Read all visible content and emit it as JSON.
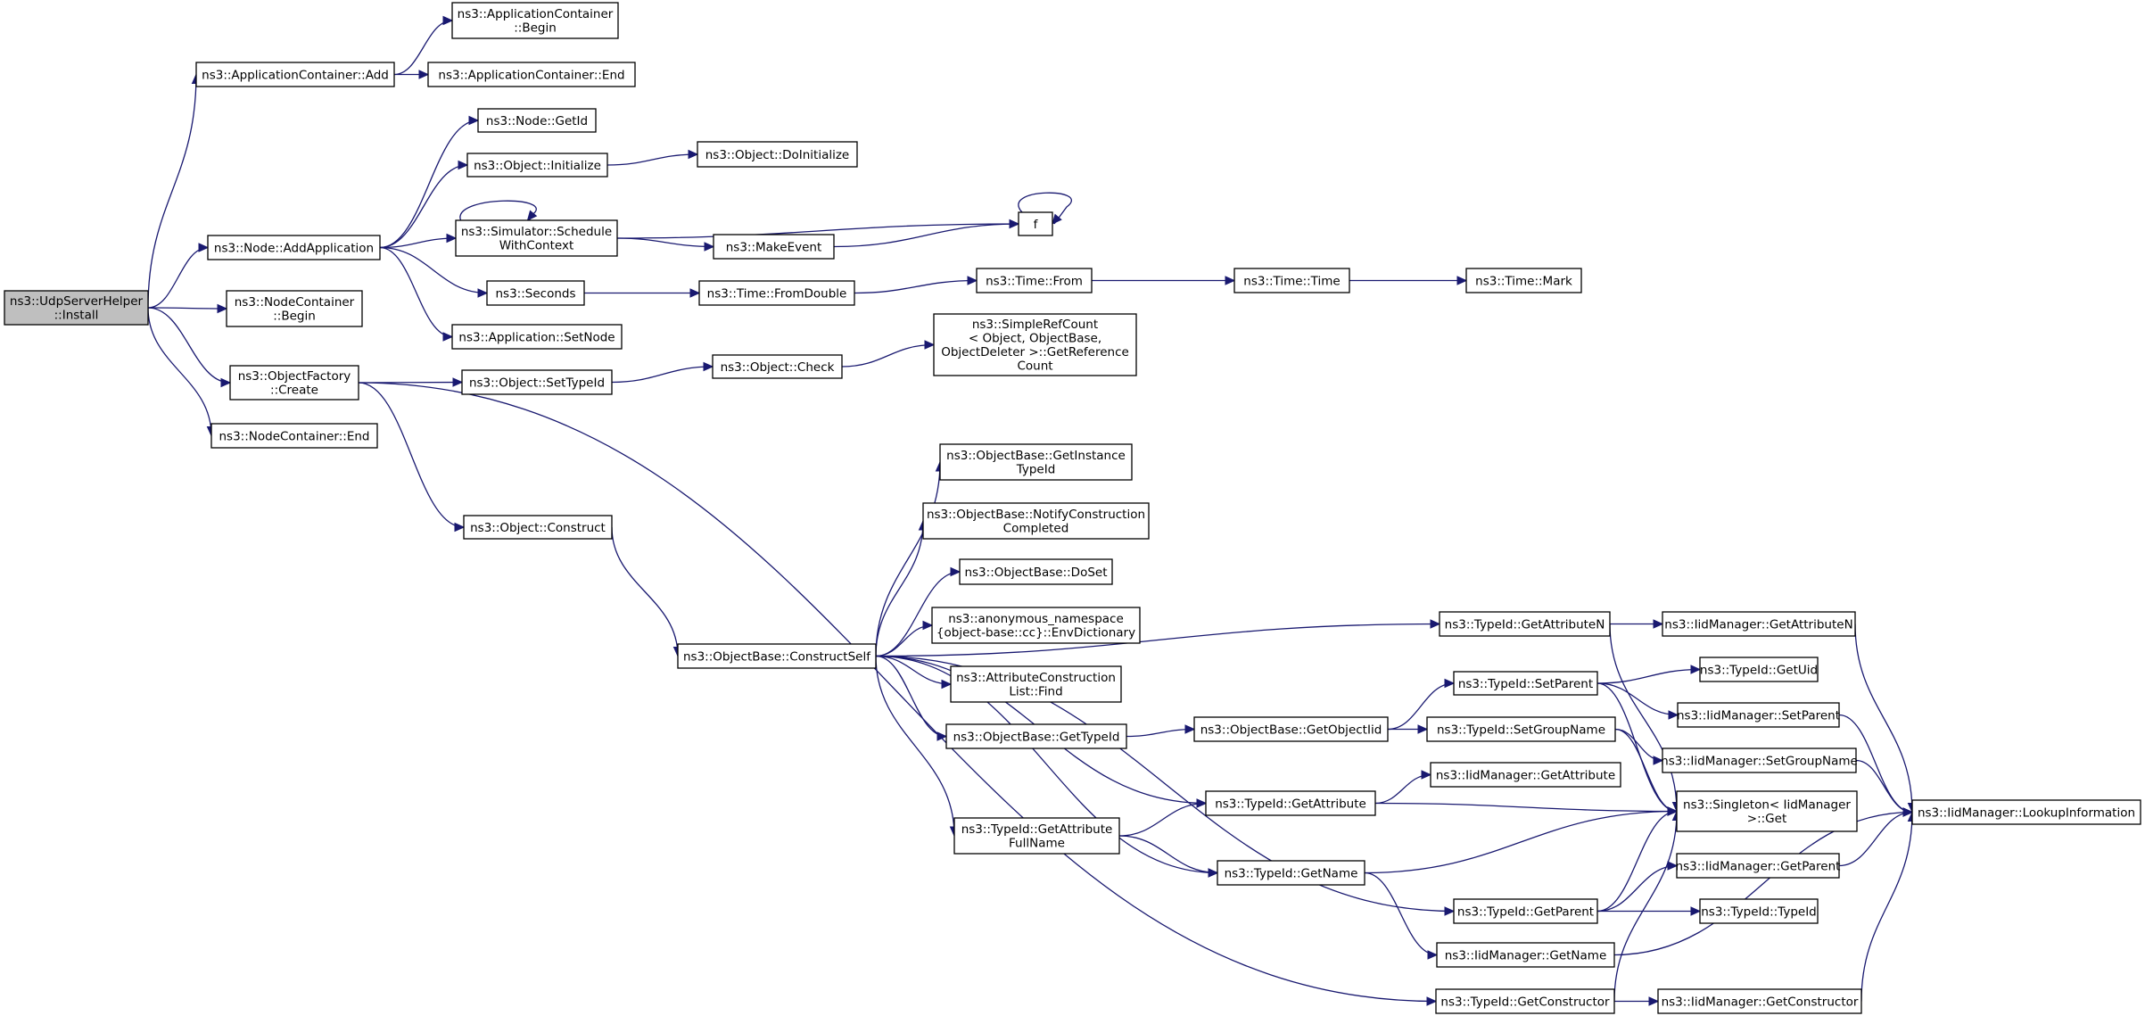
{
  "nodes": [
    {
      "id": "n0",
      "lines": [
        "ns3::UdpServerHelper",
        "::Install"
      ],
      "root": true
    },
    {
      "id": "n1",
      "lines": [
        "ns3::ApplicationContainer::Add"
      ]
    },
    {
      "id": "n2",
      "lines": [
        "ns3::ApplicationContainer",
        "::Begin"
      ]
    },
    {
      "id": "n3",
      "lines": [
        "ns3::ApplicationContainer::End"
      ]
    },
    {
      "id": "n4",
      "lines": [
        "ns3::Node::AddApplication"
      ]
    },
    {
      "id": "n5",
      "lines": [
        "ns3::Node::GetId"
      ]
    },
    {
      "id": "n6",
      "lines": [
        "ns3::Object::Initialize"
      ]
    },
    {
      "id": "n7",
      "lines": [
        "ns3::Object::DoInitialize"
      ]
    },
    {
      "id": "n8",
      "lines": [
        "ns3::Simulator::Schedule",
        "WithContext"
      ]
    },
    {
      "id": "n9",
      "lines": [
        "f"
      ]
    },
    {
      "id": "n10",
      "lines": [
        "ns3::MakeEvent"
      ]
    },
    {
      "id": "n11",
      "lines": [
        "ns3::Seconds"
      ]
    },
    {
      "id": "n12",
      "lines": [
        "ns3::Time::FromDouble"
      ]
    },
    {
      "id": "n13",
      "lines": [
        "ns3::Time::From"
      ]
    },
    {
      "id": "n14",
      "lines": [
        "ns3::Time::Time"
      ]
    },
    {
      "id": "n15",
      "lines": [
        "ns3::Time::Mark"
      ]
    },
    {
      "id": "n16",
      "lines": [
        "ns3::Application::SetNode"
      ]
    },
    {
      "id": "n17",
      "lines": [
        "ns3::NodeContainer",
        "::Begin"
      ]
    },
    {
      "id": "n18",
      "lines": [
        "ns3::ObjectFactory",
        "::Create"
      ]
    },
    {
      "id": "n19",
      "lines": [
        "ns3::Object::SetTypeId"
      ]
    },
    {
      "id": "n20",
      "lines": [
        "ns3::Object::Check"
      ]
    },
    {
      "id": "n21",
      "lines": [
        "ns3::SimpleRefCount",
        "< Object, ObjectBase,",
        "ObjectDeleter >::GetReference",
        "Count"
      ]
    },
    {
      "id": "n22",
      "lines": [
        "ns3::NodeContainer::End"
      ]
    },
    {
      "id": "n23",
      "lines": [
        "ns3::Object::Construct"
      ]
    },
    {
      "id": "n24",
      "lines": [
        "ns3::ObjectBase::ConstructSelf"
      ]
    },
    {
      "id": "n25",
      "lines": [
        "ns3::ObjectBase::GetInstance",
        "TypeId"
      ]
    },
    {
      "id": "n26",
      "lines": [
        "ns3::ObjectBase::NotifyConstruction",
        "Completed"
      ]
    },
    {
      "id": "n27",
      "lines": [
        "ns3::ObjectBase::DoSet"
      ]
    },
    {
      "id": "n28",
      "lines": [
        "ns3::anonymous_namespace",
        "{object-base::cc}::EnvDictionary"
      ]
    },
    {
      "id": "n29",
      "lines": [
        "ns3::AttributeConstruction",
        "List::Find"
      ]
    },
    {
      "id": "n30",
      "lines": [
        "ns3::ObjectBase::GetTypeId"
      ]
    },
    {
      "id": "n31",
      "lines": [
        "ns3::ObjectBase::GetObjectIid"
      ]
    },
    {
      "id": "n32",
      "lines": [
        "ns3::TypeId::GetAttributeN"
      ]
    },
    {
      "id": "n33",
      "lines": [
        "ns3::IidManager::GetAttributeN"
      ]
    },
    {
      "id": "n34",
      "lines": [
        "ns3::TypeId::SetParent"
      ]
    },
    {
      "id": "n35",
      "lines": [
        "ns3::TypeId::GetUid"
      ]
    },
    {
      "id": "n36",
      "lines": [
        "ns3::IidManager::SetParent"
      ]
    },
    {
      "id": "n37",
      "lines": [
        "ns3::TypeId::SetGroupName"
      ]
    },
    {
      "id": "n38",
      "lines": [
        "ns3::IidManager::SetGroupName"
      ]
    },
    {
      "id": "n39",
      "lines": [
        "ns3::IidManager::GetAttribute"
      ]
    },
    {
      "id": "n40",
      "lines": [
        "ns3::TypeId::GetAttribute"
      ]
    },
    {
      "id": "n41",
      "lines": [
        "ns3::Singleton< IidManager",
        ">::Get"
      ]
    },
    {
      "id": "n42",
      "lines": [
        "ns3::IidManager::LookupInformation"
      ]
    },
    {
      "id": "n43",
      "lines": [
        "ns3::TypeId::GetAttribute",
        "FullName"
      ]
    },
    {
      "id": "n44",
      "lines": [
        "ns3::TypeId::GetName"
      ]
    },
    {
      "id": "n45",
      "lines": [
        "ns3::IidManager::GetParent"
      ]
    },
    {
      "id": "n46",
      "lines": [
        "ns3::TypeId::GetParent"
      ]
    },
    {
      "id": "n47",
      "lines": [
        "ns3::TypeId::TypeId"
      ]
    },
    {
      "id": "n48",
      "lines": [
        "ns3::IidManager::GetName"
      ]
    },
    {
      "id": "n49",
      "lines": [
        "ns3::TypeId::GetConstructor"
      ]
    },
    {
      "id": "n50",
      "lines": [
        "ns3::IidManager::GetConstructor"
      ]
    }
  ],
  "edges": [
    [
      "n0",
      "n1"
    ],
    [
      "n0",
      "n4"
    ],
    [
      "n0",
      "n17"
    ],
    [
      "n0",
      "n18"
    ],
    [
      "n0",
      "n22"
    ],
    [
      "n1",
      "n2"
    ],
    [
      "n1",
      "n3"
    ],
    [
      "n4",
      "n5"
    ],
    [
      "n4",
      "n6"
    ],
    [
      "n4",
      "n8"
    ],
    [
      "n4",
      "n11"
    ],
    [
      "n4",
      "n16"
    ],
    [
      "n6",
      "n7"
    ],
    [
      "n8",
      "n8"
    ],
    [
      "n8",
      "n9"
    ],
    [
      "n8",
      "n10"
    ],
    [
      "n9",
      "n9"
    ],
    [
      "n10",
      "n9"
    ],
    [
      "n11",
      "n12"
    ],
    [
      "n12",
      "n13"
    ],
    [
      "n13",
      "n14"
    ],
    [
      "n14",
      "n15"
    ],
    [
      "n18",
      "n19"
    ],
    [
      "n18",
      "n23"
    ],
    [
      "n18",
      "n49"
    ],
    [
      "n19",
      "n20"
    ],
    [
      "n20",
      "n21"
    ],
    [
      "n23",
      "n24"
    ],
    [
      "n24",
      "n25"
    ],
    [
      "n24",
      "n26"
    ],
    [
      "n24",
      "n27"
    ],
    [
      "n24",
      "n28"
    ],
    [
      "n24",
      "n29"
    ],
    [
      "n24",
      "n30"
    ],
    [
      "n24",
      "n32"
    ],
    [
      "n24",
      "n40"
    ],
    [
      "n24",
      "n43"
    ],
    [
      "n24",
      "n44"
    ],
    [
      "n24",
      "n46"
    ],
    [
      "n30",
      "n31"
    ],
    [
      "n31",
      "n34"
    ],
    [
      "n31",
      "n37"
    ],
    [
      "n32",
      "n33"
    ],
    [
      "n32",
      "n41"
    ],
    [
      "n33",
      "n42"
    ],
    [
      "n34",
      "n35"
    ],
    [
      "n34",
      "n36"
    ],
    [
      "n34",
      "n41"
    ],
    [
      "n36",
      "n42"
    ],
    [
      "n37",
      "n38"
    ],
    [
      "n37",
      "n41"
    ],
    [
      "n38",
      "n42"
    ],
    [
      "n40",
      "n39"
    ],
    [
      "n40",
      "n41"
    ],
    [
      "n43",
      "n40"
    ],
    [
      "n43",
      "n44"
    ],
    [
      "n44",
      "n41"
    ],
    [
      "n44",
      "n48"
    ],
    [
      "n48",
      "n42"
    ],
    [
      "n45",
      "n42"
    ],
    [
      "n46",
      "n45"
    ],
    [
      "n46",
      "n47"
    ],
    [
      "n46",
      "n41"
    ],
    [
      "n49",
      "n50"
    ],
    [
      "n49",
      "n41"
    ],
    [
      "n50",
      "n42"
    ]
  ]
}
